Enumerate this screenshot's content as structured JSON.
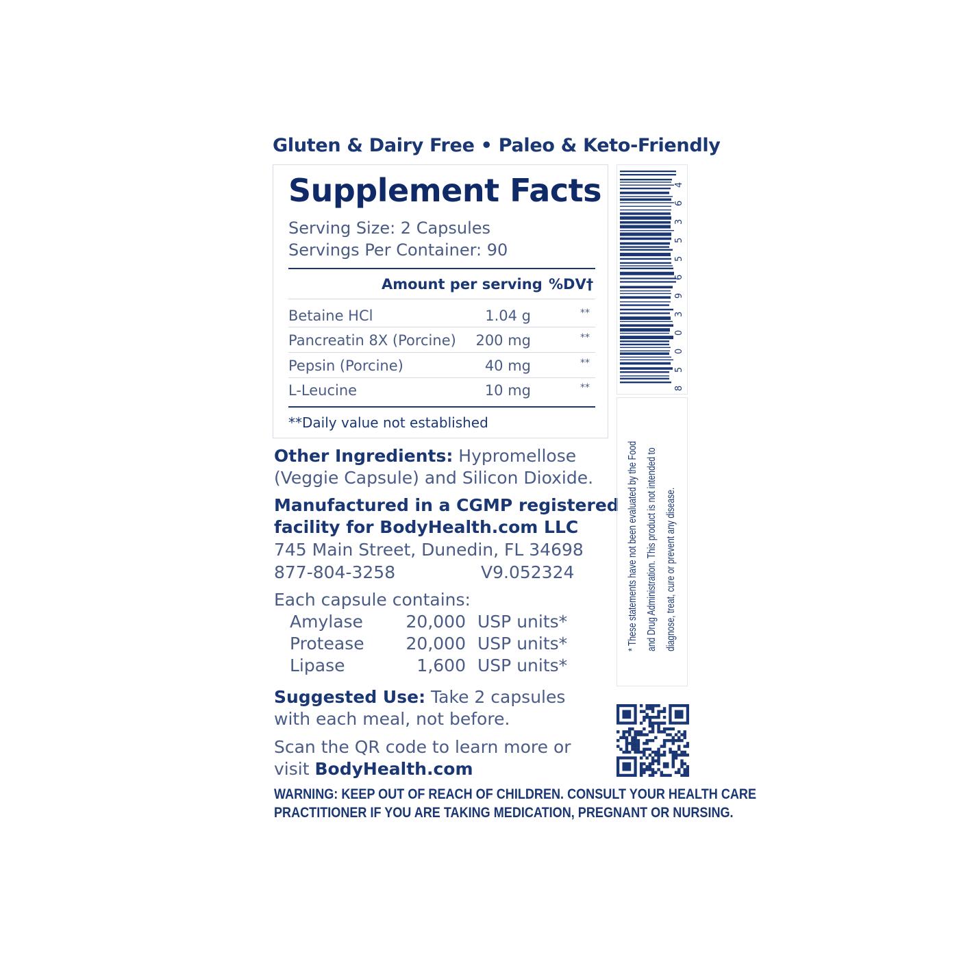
{
  "tagline": "Gluten & Dairy Free • Paleo & Keto-Friendly",
  "facts": {
    "title": "Supplement Facts",
    "serving_size": "Serving Size: 2 Capsules",
    "servings_per_container": "Servings Per Container: 90",
    "amount_header": "Amount per serving",
    "dv_header": "%DV†",
    "rows": [
      {
        "name": "Betaine HCl",
        "amount": "1.04 g",
        "dv": "**"
      },
      {
        "name": "Pancreatin 8X (Porcine)",
        "amount": "200 mg",
        "dv": "**"
      },
      {
        "name": "Pepsin (Porcine)",
        "amount": "40 mg",
        "dv": "**"
      },
      {
        "name": "L-Leucine",
        "amount": "10 mg",
        "dv": "**"
      }
    ],
    "footnote": "**Daily value not established"
  },
  "other_ingredients": {
    "label": "Other Ingredients:",
    "line1": "Hypromellose",
    "line2": "(Veggie Capsule) and Silicon Dioxide."
  },
  "manufacturer": {
    "line1": "Manufactured in a CGMP registered",
    "line2": "facility for BodyHealth.com LLC",
    "address": "745 Main Street, Dunedin, FL 34698",
    "phone": "877-804-3258",
    "version": "V9.052324"
  },
  "capsule": {
    "heading": "Each capsule contains:",
    "enzymes": [
      {
        "name": "Amylase",
        "amount": "20,000",
        "unit": "USP units*"
      },
      {
        "name": "Protease",
        "amount": "20,000",
        "unit": "USP units*"
      },
      {
        "name": "Lipase",
        "amount": "1,600",
        "unit": "USP units*"
      }
    ]
  },
  "suggested_use": {
    "label": "Suggested Use:",
    "line1": "Take 2 capsules",
    "line2": "with each meal, not before."
  },
  "scan": {
    "line1": "Scan the QR code to learn more or",
    "line2_prefix": "visit",
    "site": "BodyHealth.com"
  },
  "warning": {
    "line1": "WARNING: KEEP OUT OF REACH OF CHILDREN. CONSULT YOUR HEALTH CARE",
    "line2": "PRACTITIONER IF YOU ARE TAKING MEDICATION, PREGNANT OR NURSING."
  },
  "fda_statement": "* These statements have not been evaluated by the Food and Drug Administration. This product is not intended to diagnose, treat, cure or prevent any disease.",
  "barcode_digits": [
    "8",
    "5",
    "0",
    "0",
    "3",
    "9",
    "6",
    "5",
    "5",
    "3",
    "6",
    "4"
  ],
  "colors": {
    "navy": "#1a3773",
    "gray_text": "#4a5b85",
    "border": "#d6dbe6"
  }
}
